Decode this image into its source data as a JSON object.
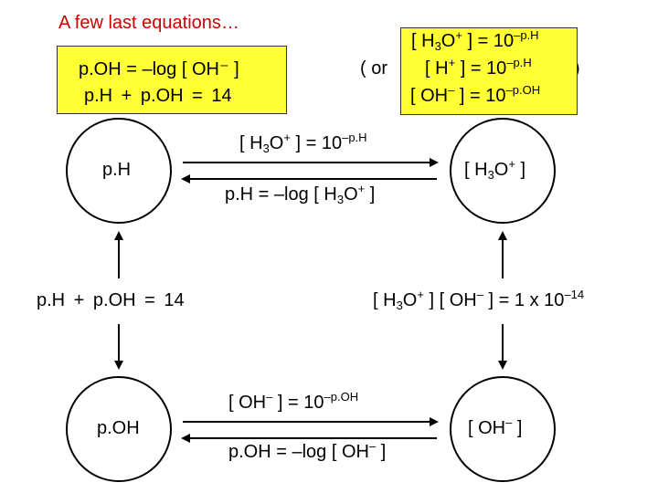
{
  "title": "A few last equations…",
  "left_box": {
    "line1": "p.OH = –log [ OH⁻ ]",
    "line2": "p.H + p.OH = 14"
  },
  "right_box": {
    "line1_pre": "[ H",
    "line1_sub": "3",
    "line1_mid": "O",
    "line1_sup": "+",
    "line1_post": " ] = 10",
    "line1_exp": "–p.H",
    "line2_pre": "[ H",
    "line2_sup": "+",
    "line2_post": " ] = 10",
    "line2_exp": "–p.H",
    "line3_pre": "[ OH",
    "line3_sup": "–",
    "line3_post": " ] = 10",
    "line3_exp": "–p.OH"
  },
  "or_left": "( or",
  "or_right": ")",
  "nodes": {
    "ph": "p.H",
    "h3o_pre": "[ H",
    "h3o_sub": "3",
    "h3o_mid": "O",
    "h3o_sup": "+",
    "h3o_post": " ]",
    "poh": "p.OH",
    "oh_pre": "[ OH",
    "oh_sup": "–",
    "oh_post": " ]"
  },
  "edges": {
    "top_upper_pre": "[ H",
    "top_upper_sub": "3",
    "top_upper_mid": "O",
    "top_upper_sup": "+",
    "top_upper_post": " ] = 10",
    "top_upper_exp": "–p.H",
    "top_lower_pre": "p.H = –log [ H",
    "top_lower_sub": "3",
    "top_lower_mid": "O",
    "top_lower_sup": "+",
    "top_lower_post": " ]",
    "left_mid": "p.H + p.OH = 14",
    "right_mid_pre": "[ H",
    "right_mid_sub": "3",
    "right_mid_mid": "O",
    "right_mid_sup": "+",
    "right_mid_post1": " ] [ OH",
    "right_mid_sup2": "–",
    "right_mid_post2": " ] = 1 x 10",
    "right_mid_exp": "–14",
    "bottom_upper_pre": "[ OH",
    "bottom_upper_sup": "–",
    "bottom_upper_post": " ] = 10",
    "bottom_upper_exp": "–p.OH",
    "bottom_lower_pre": "p.OH = –log [ OH",
    "bottom_lower_sup": "–",
    "bottom_lower_post": " ]"
  }
}
